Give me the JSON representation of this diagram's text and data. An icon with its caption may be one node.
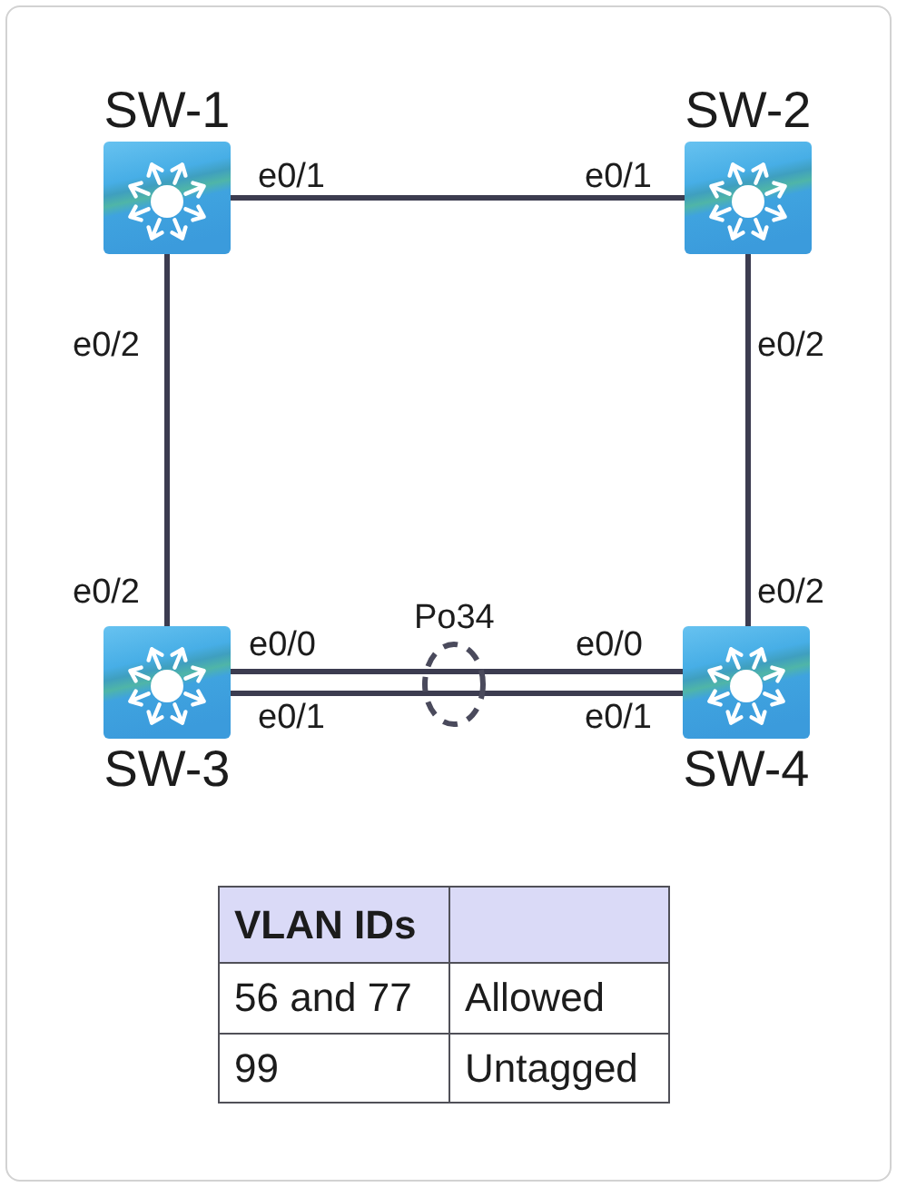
{
  "diagram": {
    "nodes": [
      {
        "text": [
          "SW-1"
        ],
        "beside": [
          "e0/1",
          "e0/2"
        ]
      },
      {
        "text": [
          "SW-2"
        ],
        "beside": [
          "e0/1",
          "e0/2"
        ]
      },
      {
        "text": [
          "SW-3"
        ],
        "beside": [
          "e0/2",
          "e0/0",
          "e0/1"
        ]
      },
      {
        "text": [
          "SW-4"
        ],
        "beside": [
          "e0/2",
          "e0/0",
          "e0/1"
        ]
      }
    ],
    "edges": [
      {
        "from": 0,
        "to": 1,
        "arrow": "none"
      },
      {
        "from": 0,
        "to": 2,
        "arrow": "none"
      },
      {
        "from": 1,
        "to": 3,
        "arrow": "none"
      },
      {
        "from": 2,
        "to": 3,
        "arrow": "none"
      },
      {
        "from": 2,
        "to": 3,
        "arrow": "none"
      }
    ],
    "labels": [
      "Po34",
      "VLAN IDs",
      "56 and 77",
      "Allowed",
      "99",
      "Untagged"
    ]
  }
}
